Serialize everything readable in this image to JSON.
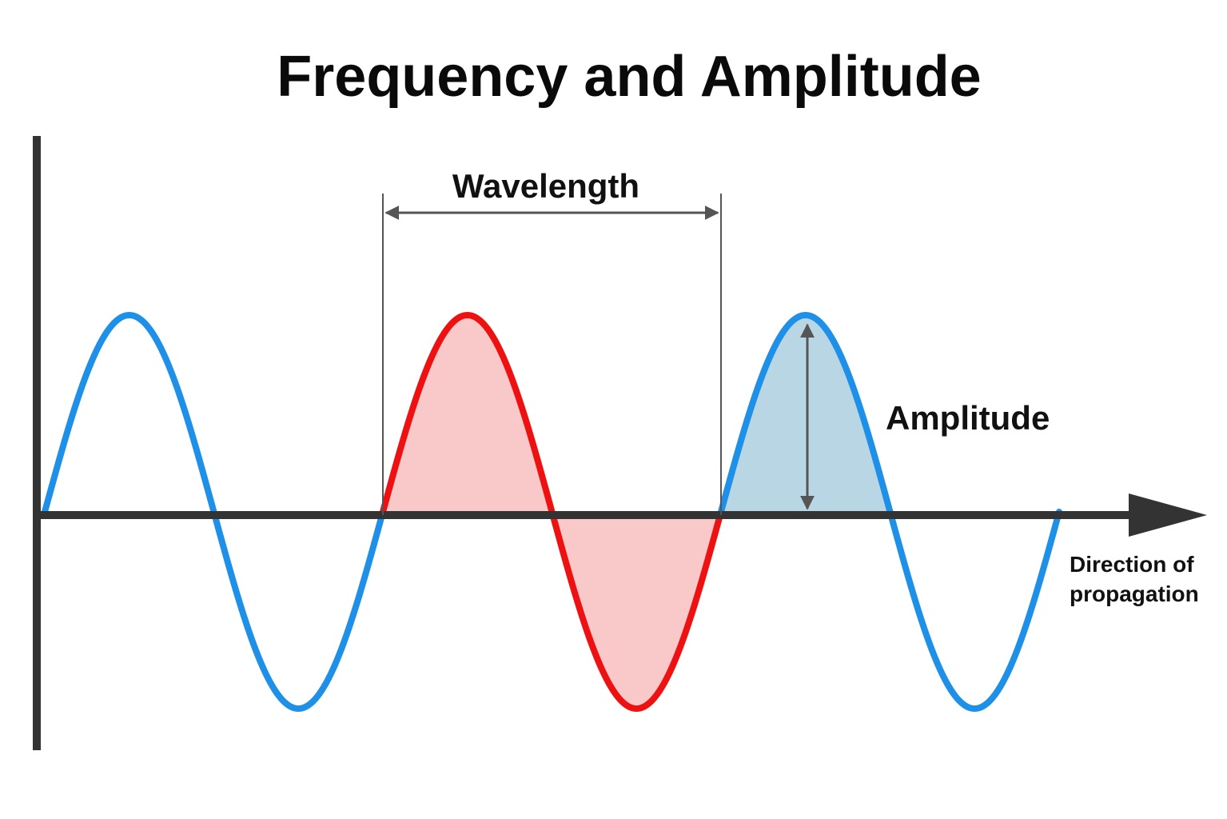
{
  "title": "Frequency and Amplitude",
  "labels": {
    "wavelength": "Wavelength",
    "amplitude": "Amplitude",
    "direction_line1": "Direction of",
    "direction_line2": "propagation"
  },
  "colors": {
    "wave_blue": "#1e90e8",
    "wave_red": "#ee1111",
    "fill_red": "#f9c8c8",
    "fill_blue": "#b8d6e4",
    "axis": "#333333",
    "measure": "#555555"
  },
  "wave": {
    "cycles_total": 3,
    "highlighted_cycle": 2,
    "highlighted_crest": 3
  }
}
